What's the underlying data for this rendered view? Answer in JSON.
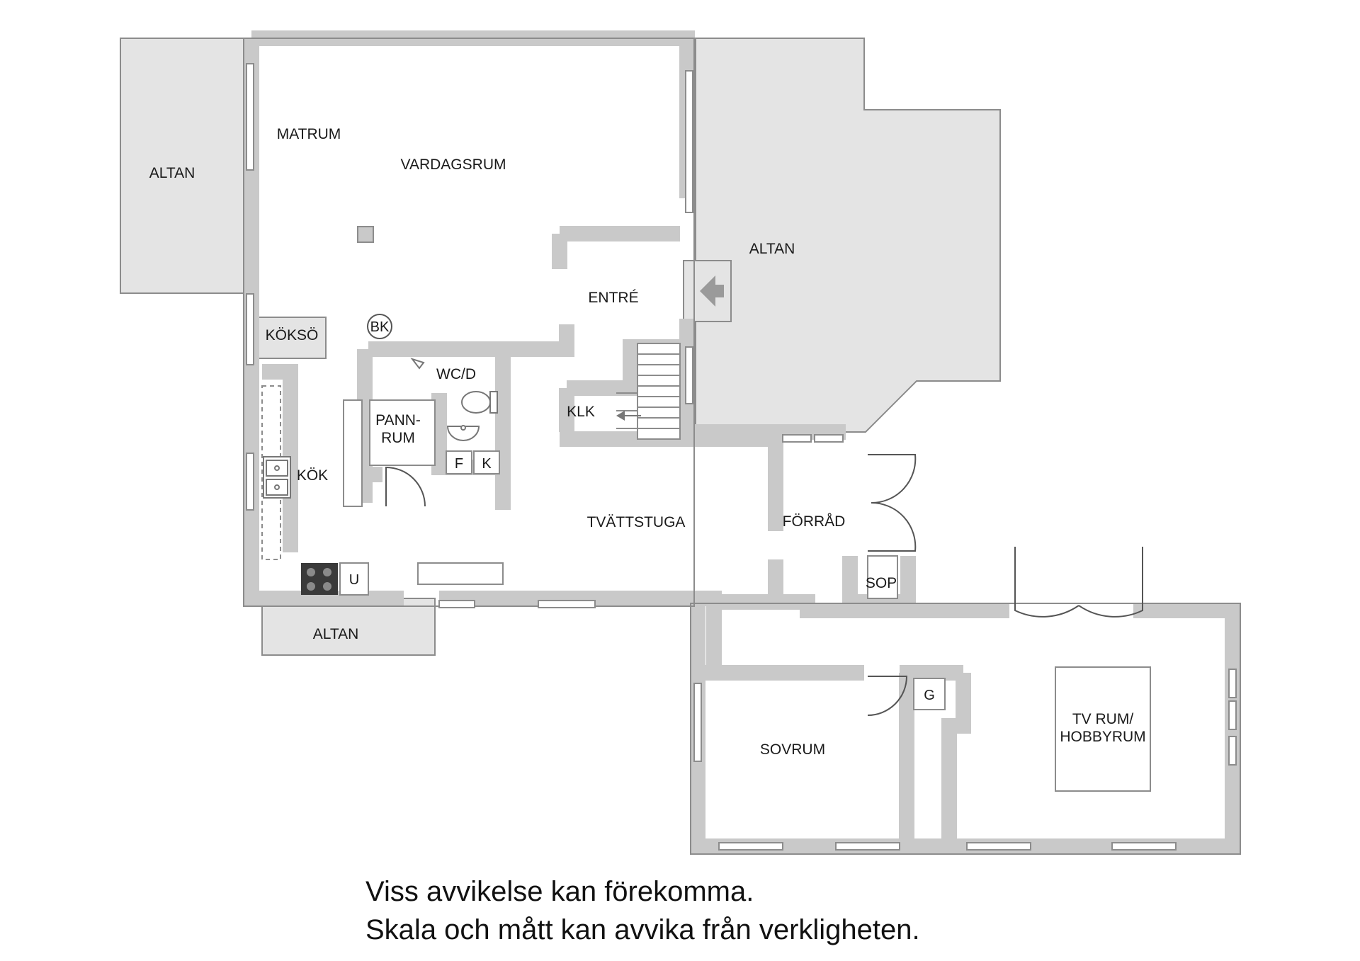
{
  "rooms": {
    "altan_west": "ALTAN",
    "matrum": "MATRUM",
    "vardagsrum": "VARDAGSRUM",
    "altan_east": "ALTAN",
    "entre": "ENTRÉ",
    "koksoe": "KÖKSÖ",
    "wcd": "WC/D",
    "pannrum_line1": "PANN-",
    "pannrum_line2": "RUM",
    "klk": "KLK",
    "kok": "KÖK",
    "tvattstuga": "TVÄTTSTUGA",
    "forrad": "FÖRRÅD",
    "sop": "SOP",
    "altan_south": "ALTAN",
    "sovrum": "SOVRUM",
    "tvrum_line1": "TV RUM/",
    "tvrum_line2": "HOBBYRUM"
  },
  "fixtures": {
    "bk": "BK",
    "f": "F",
    "k": "K",
    "u": "U",
    "g": "G"
  },
  "icons": {
    "entrance": "entrance-arrow-icon",
    "stairs": "stairs-arrow-icon",
    "sink": "kitchen-sink-icon",
    "stove": "stove-icon",
    "toilet": "toilet-icon",
    "washbasin": "washbasin-icon"
  },
  "colors": {
    "wall": "#c9c9c9",
    "outline": "#8c8c8c",
    "altan": "#e4e4e4",
    "text": "#1a1a1a"
  },
  "disclaimer": {
    "line1": "Viss avvikelse kan förekomma.",
    "line2": "Skala och mått kan avvika från verkligheten."
  }
}
